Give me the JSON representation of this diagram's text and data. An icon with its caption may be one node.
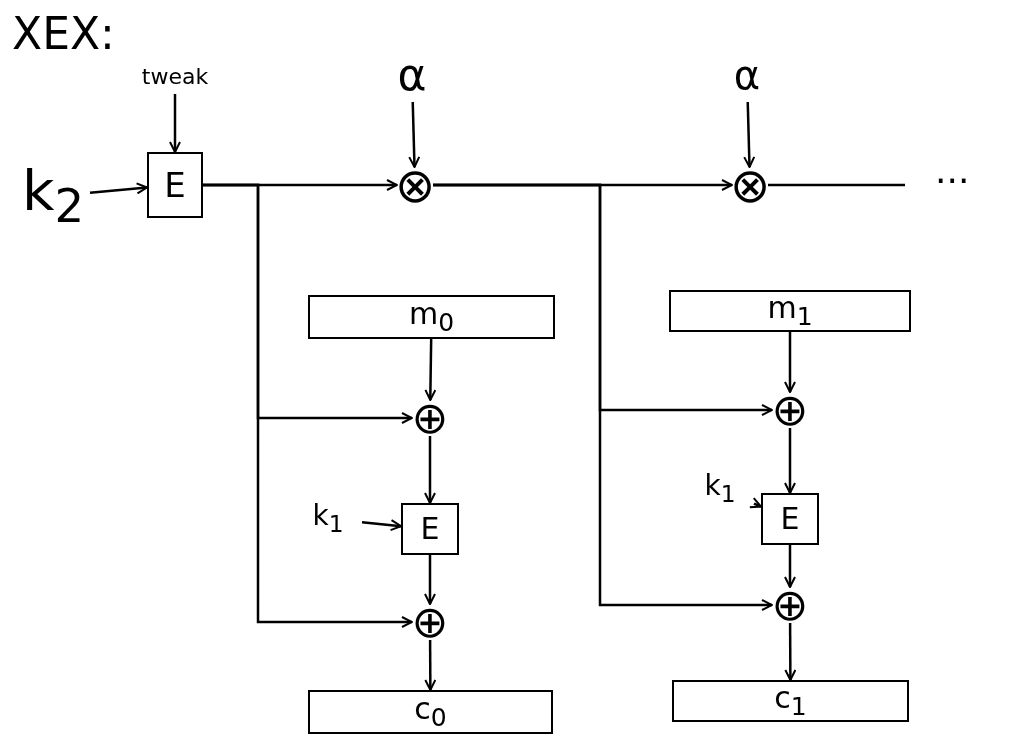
{
  "diagram": {
    "nodes": [
      {
        "text": [
          "tweak"
        ]
      },
      {
        "text": [
          "k$_{2}$"
        ]
      },
      {
        "text": [
          "E"
        ]
      },
      {
        "text": [
          "α"
        ]
      },
      {
        "text": [
          "⊗"
        ]
      },
      {
        "text": [
          "α"
        ]
      },
      {
        "text": [
          "⊗"
        ]
      },
      {
        "text": [
          "m$_{0}$"
        ]
      },
      {
        "text": [
          "⊕"
        ]
      },
      {
        "text": [
          "k$_{1}$"
        ]
      },
      {
        "text": [
          "E"
        ]
      },
      {
        "text": [
          "⊕"
        ]
      },
      {
        "text": [
          "c$_{0}$"
        ]
      },
      {
        "text": [
          "m$_{1}$"
        ]
      },
      {
        "text": [
          "⊕"
        ]
      },
      {
        "text": [
          "k$_{1}$"
        ]
      },
      {
        "text": [
          "E"
        ]
      },
      {
        "text": [
          "⊕"
        ]
      },
      {
        "text": [
          "c$_{1}$"
        ]
      }
    ],
    "edges": [
      {
        "from": 0,
        "to": 2,
        "arrow": "to"
      },
      {
        "from": 1,
        "to": 2,
        "arrow": "to"
      },
      {
        "from": 2,
        "to": 4,
        "arrow": "to"
      },
      {
        "from": 3,
        "to": 4,
        "arrow": "to"
      },
      {
        "from": 4,
        "to": 6,
        "arrow": "to"
      },
      {
        "from": 5,
        "to": 6,
        "arrow": "to"
      },
      {
        "from": 6,
        "to": null,
        "arrow": "none"
      },
      {
        "from": 2,
        "to": 8,
        "arrow": "to"
      },
      {
        "from": 2,
        "to": 11,
        "arrow": "to"
      },
      {
        "from": 7,
        "to": 8,
        "arrow": "to"
      },
      {
        "from": 8,
        "to": 10,
        "arrow": "to"
      },
      {
        "from": 9,
        "to": 10,
        "arrow": "to"
      },
      {
        "from": 10,
        "to": 11,
        "arrow": "to"
      },
      {
        "from": 11,
        "to": 12,
        "arrow": "to"
      },
      {
        "from": 4,
        "to": 14,
        "arrow": "to"
      },
      {
        "from": 4,
        "to": 17,
        "arrow": "to"
      },
      {
        "from": 13,
        "to": 14,
        "arrow": "to"
      },
      {
        "from": 14,
        "to": 16,
        "arrow": "to"
      },
      {
        "from": 15,
        "to": 16,
        "arrow": "to"
      },
      {
        "from": 16,
        "to": 17,
        "arrow": "to"
      },
      {
        "from": 17,
        "to": 18,
        "arrow": "to"
      }
    ],
    "labels": [
      "XEX:",
      "..."
    ]
  }
}
